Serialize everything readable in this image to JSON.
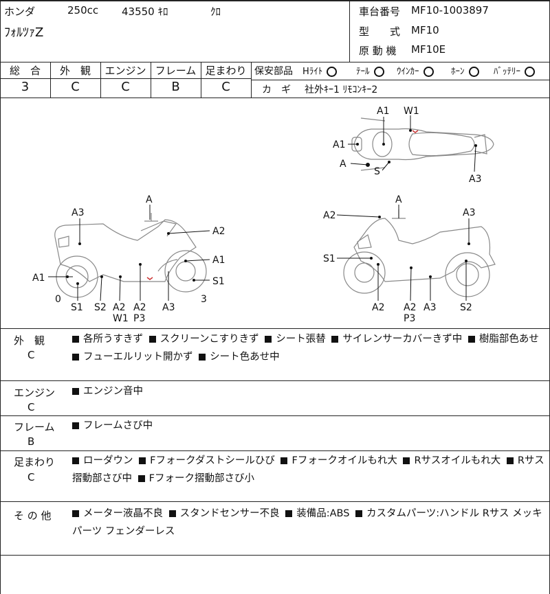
{
  "header": {
    "maker": "ホンダ",
    "displacement": "250cc",
    "mileage": "43550 ｷﾛ",
    "color": "ｸﾛ",
    "model_name": "ﾌｫﾙﾂｧZ",
    "frame_no_label": "車台番号",
    "frame_no": "MF10-1003897",
    "model_code_label": "型　　式",
    "model_code": "MF10",
    "engine_label": "原 動 機",
    "engine_code": "MF10E"
  },
  "grades": {
    "headers": [
      "総　合",
      "外　観",
      "エンジン",
      "フレーム",
      "足まわり"
    ],
    "values": [
      "3",
      "C",
      "C",
      "B",
      "C"
    ]
  },
  "safety": {
    "label": "保安部品",
    "items": [
      {
        "name": "Hﾗｲﾄ"
      },
      {
        "name": "ﾃｰﾙ"
      },
      {
        "name": "ｳｲﾝｶｰ"
      },
      {
        "name": "ﾎｰﾝ"
      },
      {
        "name": "ﾊﾞｯﾃﾘｰ"
      }
    ],
    "key_label": "カ　ギ",
    "key_value": "社外ｷｰ1 ﾘﾓｺﾝｷｰ2"
  },
  "diagram": {
    "top_labels": [
      "A1",
      "W1",
      "A1",
      "A",
      "S",
      "A3"
    ],
    "left_labels": [
      "A",
      "A3",
      "A2",
      "A1",
      "A1",
      "S1",
      "0",
      "3",
      "S1",
      "S2",
      "A2",
      "W1",
      "A2",
      "P3",
      "A3"
    ],
    "right_labels": [
      "A",
      "A2",
      "A3",
      "S1",
      "A2",
      "A2",
      "P3",
      "A3",
      "S2"
    ]
  },
  "notes": [
    {
      "label": "外　観",
      "grade": "C",
      "items": [
        "各所うすきず",
        "スクリーンこすりきず",
        "シート張替",
        "サイレンサーカバーきず中",
        "樹脂部色あせ",
        "フューエルリット開かず",
        "シート色あせ中"
      ]
    },
    {
      "label": "エンジン",
      "grade": "C",
      "items": [
        "エンジン音中"
      ]
    },
    {
      "label": "フレーム",
      "grade": "B",
      "items": [
        "フレームさび中"
      ]
    },
    {
      "label": "足まわり",
      "grade": "C",
      "items": [
        "ローダウン",
        "Fフォークダストシールひび",
        "Fフォークオイルもれ大",
        "Rサスオイルもれ大",
        "Rサス摺動部さび中",
        "Fフォーク摺動部さび小"
      ]
    },
    {
      "label": "そ の 他",
      "grade": "",
      "items": [
        "メーター液晶不良",
        "スタンドセンサー不良",
        "装備品:ABS",
        "カスタムパーツ:ハンドル Rサス メッキパーツ フェンダーレス"
      ]
    }
  ]
}
